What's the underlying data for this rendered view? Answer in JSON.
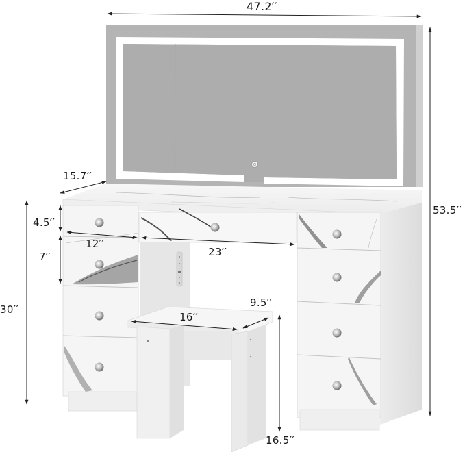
{
  "figure": {
    "subject": "Vanity desk with lighted mirror and stool - dimensions diagram",
    "colors": {
      "background": "#ffffff",
      "mirror_frame": "#b4b4b4",
      "mirror_glass": "#acacac",
      "led_strip": "#ffffff",
      "cabinet_white": "#f4f4f4",
      "cabinet_side": "#e2e2e2",
      "marble_vein": "#6f6f6f",
      "dimension_line": "#222222"
    }
  },
  "dimensions": {
    "overall_width": "47.2′′",
    "overall_height": "53.5′′",
    "depth": "15.7′′",
    "desk_height": "30′′",
    "small_drawer_height": "4.5′′",
    "drawer_height": "7′′",
    "side_drawer_width": "12′′",
    "center_drawer_width": "23′′",
    "stool_width": "16′′",
    "stool_depth": "9.5′′",
    "stool_height": "16.5′′"
  },
  "parts": {
    "mirror": {
      "touch_button": "power-touch-icon",
      "lighting": "led-frame"
    },
    "left_drawers": 4,
    "right_drawers": 4,
    "center_drawers": 1,
    "power_strip": "outlet-strip"
  }
}
